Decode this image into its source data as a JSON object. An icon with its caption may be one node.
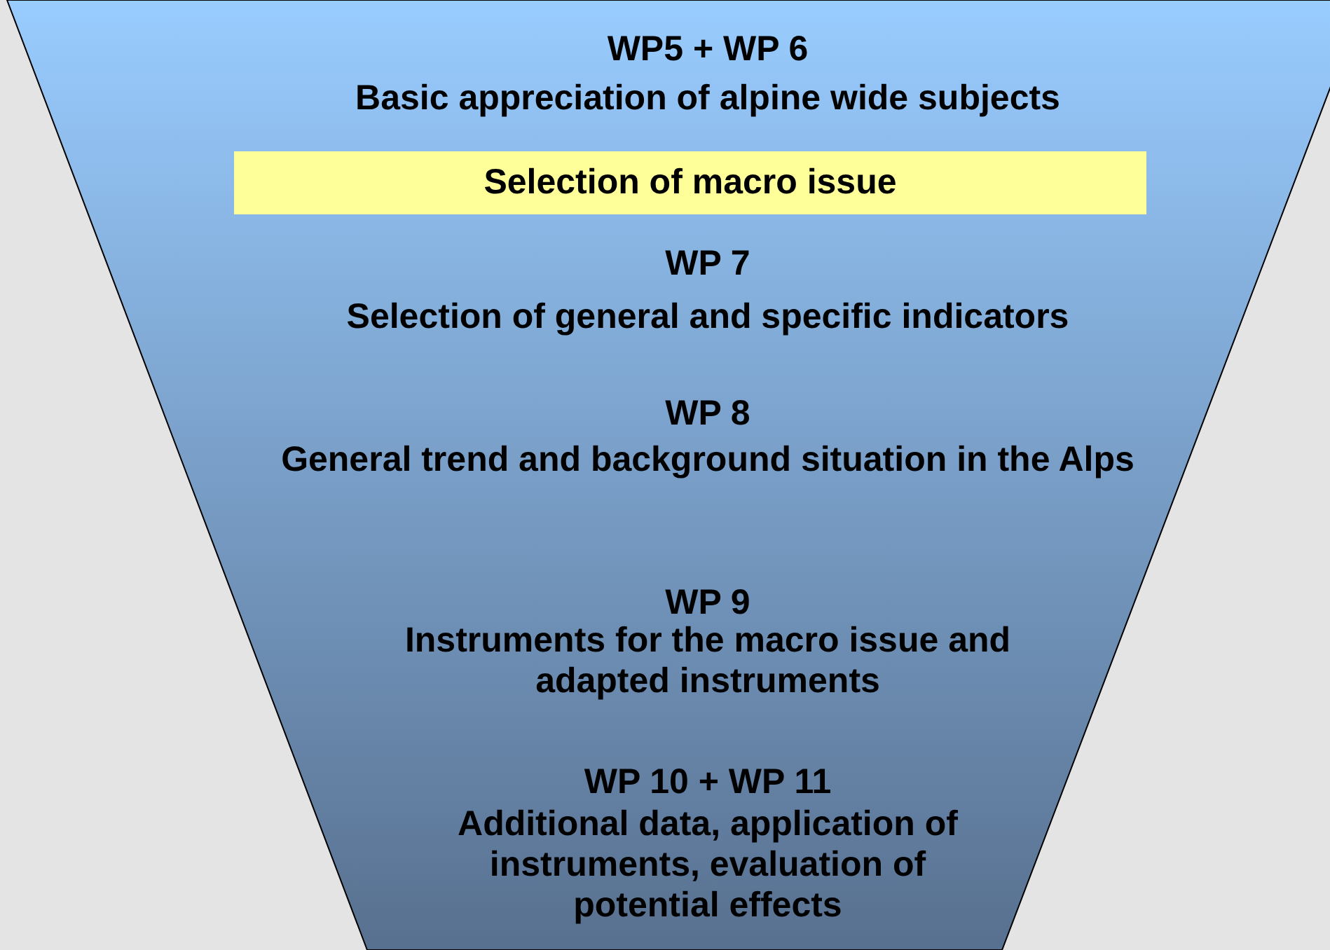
{
  "diagram": {
    "nodes": [
      {
        "text": [
          "WP5 + WP 6",
          "Basic appreciation of alpine wide subjects",
          "WP 7",
          "Selection of general and specific indicators",
          "WP 8",
          "General trend and background situation in the Alps",
          "WP 9",
          "Instruments for the macro issue and adapted instruments",
          "WP 10 + WP 11",
          "Additional data, application of instruments, evaluation of potential effects"
        ]
      },
      {
        "text": [
          "Selection of macro issue"
        ],
        "in": 0
      }
    ]
  }
}
